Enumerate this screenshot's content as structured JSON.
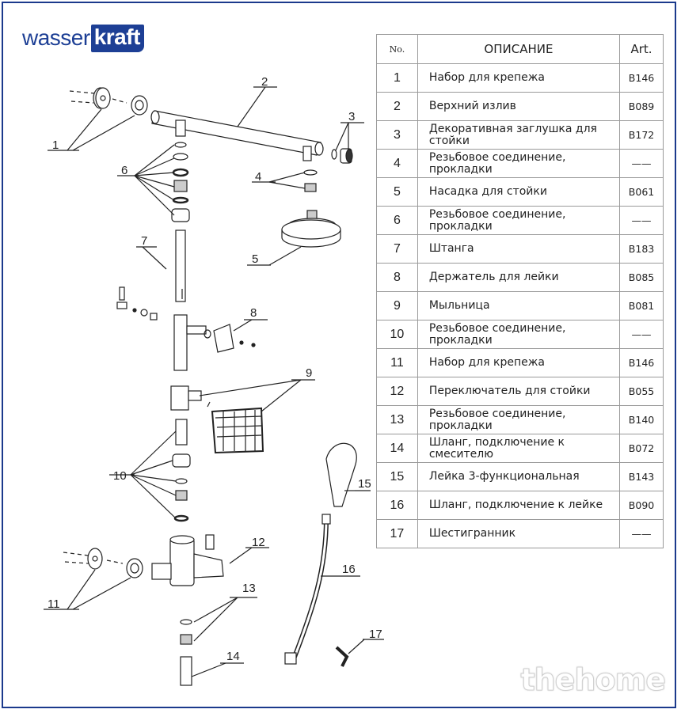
{
  "brand": {
    "word": "wasser",
    "highlight": "kraft"
  },
  "table": {
    "headers": {
      "no": "No.",
      "description": "ОПИСАНИЕ",
      "art": "Art."
    },
    "rows": [
      {
        "no": "1",
        "description": "Набор для крепежа",
        "art": "B146"
      },
      {
        "no": "2",
        "description": "Верхний излив",
        "art": "B089"
      },
      {
        "no": "3",
        "description": "Декоративная заглушка для стойки",
        "art": "B172"
      },
      {
        "no": "4",
        "description": "Резьбовое соединение, прокладки",
        "art": "——"
      },
      {
        "no": "5",
        "description": "Насадка для стойки",
        "art": "B061"
      },
      {
        "no": "6",
        "description": "Резьбовое соединение, прокладки",
        "art": "——"
      },
      {
        "no": "7",
        "description": "Штанга",
        "art": "B183"
      },
      {
        "no": "8",
        "description": "Держатель для лейки",
        "art": "B085"
      },
      {
        "no": "9",
        "description": "Мыльница",
        "art": "B081"
      },
      {
        "no": "10",
        "description": "Резьбовое соединение, прокладки",
        "art": "——"
      },
      {
        "no": "11",
        "description": "Набор для крепежа",
        "art": "B146"
      },
      {
        "no": "12",
        "description": "Переключатель для стойки",
        "art": "B055"
      },
      {
        "no": "13",
        "description": "Резьбовое соединение, прокладки",
        "art": "B140"
      },
      {
        "no": "14",
        "description": "Шланг, подключение к смесителю",
        "art": "B072"
      },
      {
        "no": "15",
        "description": "Лейка 3-функциональная",
        "art": "B143"
      },
      {
        "no": "16",
        "description": "Шланг, подключение к лейке",
        "art": "B090"
      },
      {
        "no": "17",
        "description": "Шестигранник",
        "art": "——"
      }
    ]
  },
  "callouts": [
    "1",
    "2",
    "3",
    "4",
    "5",
    "6",
    "7",
    "8",
    "9",
    "10",
    "11",
    "12",
    "13",
    "14",
    "15",
    "16",
    "17"
  ],
  "watermark": "thehome",
  "colors": {
    "brand_blue": "#1d3f95",
    "frame_blue": "#1b3a8c"
  }
}
